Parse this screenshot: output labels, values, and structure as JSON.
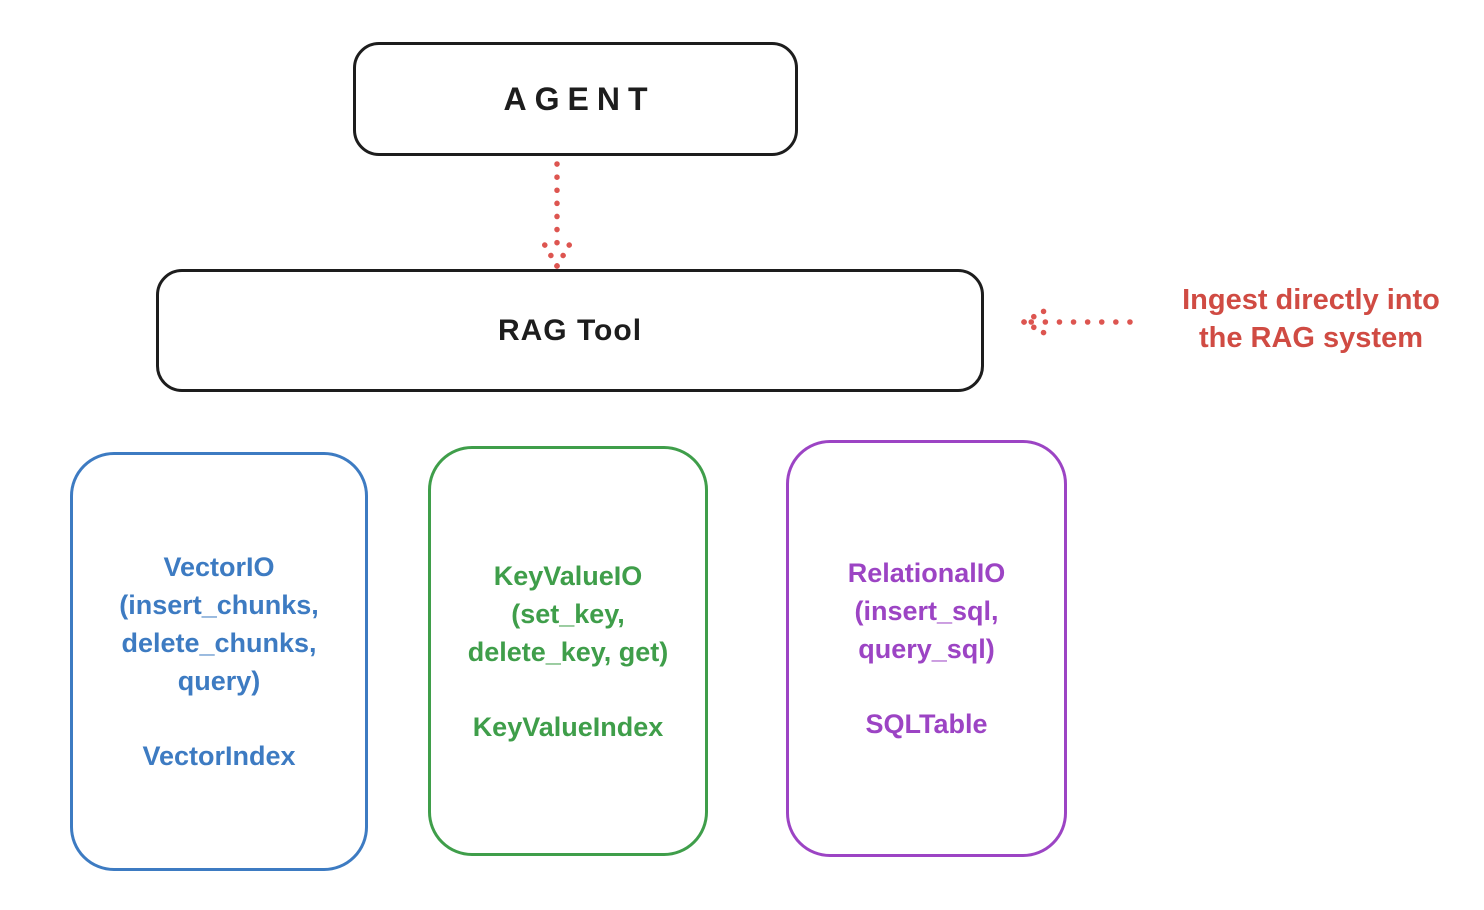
{
  "canvas": {
    "background": "#ffffff",
    "stroke_black": "#1d1d1d"
  },
  "agent_box": {
    "label": "AGENT",
    "stroke": "#1d1d1d"
  },
  "rag_box": {
    "label": "RAG Tool",
    "stroke": "#1d1d1d"
  },
  "flow_arrow": {
    "style": "dotted",
    "color": "#dd5550",
    "direction": "down"
  },
  "ingest_arrow": {
    "style": "dotted",
    "color": "#dd5550",
    "direction": "left"
  },
  "ingest_annotation": {
    "line1": "Ingest directly into",
    "line2": "the RAG system",
    "color": "#d04b43"
  },
  "cards": [
    {
      "name": "VectorIO",
      "color": "#3d7bc2",
      "io_lines": [
        "VectorIO",
        "(insert_chunks,",
        "delete_chunks,",
        "query)"
      ],
      "index_label": "VectorIndex"
    },
    {
      "name": "KeyValueIO",
      "color": "#3f9e4a",
      "io_lines": [
        "KeyValueIO",
        "(set_key,",
        "delete_key, get)"
      ],
      "index_label": "KeyValueIndex"
    },
    {
      "name": "RelationalIO",
      "color": "#9c44c4",
      "io_lines": [
        "RelationalIO",
        "(insert_sql,",
        "query_sql)"
      ],
      "index_label": "SQLTable"
    }
  ]
}
